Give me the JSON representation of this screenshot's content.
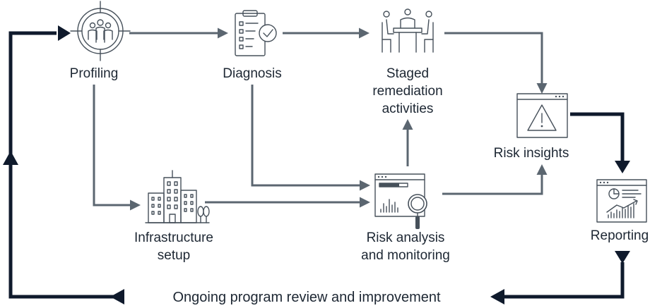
{
  "nodes": {
    "profiling": {
      "label": [
        "Profiling"
      ],
      "icon": "target-people-icon"
    },
    "diagnosis": {
      "label": [
        "Diagnosis"
      ],
      "icon": "clipboard-check-icon"
    },
    "staged": {
      "label": [
        "Staged",
        "remediation",
        "activities"
      ],
      "icon": "meeting-table-icon"
    },
    "insights": {
      "label": [
        "Risk insights"
      ],
      "icon": "warning-window-icon"
    },
    "reporting": {
      "label": [
        "Reporting"
      ],
      "icon": "report-chart-icon"
    },
    "infrastructure": {
      "label": [
        "Infrastructure",
        "setup"
      ],
      "icon": "city-buildings-icon"
    },
    "analysis": {
      "label": [
        "Risk analysis",
        "and monitoring"
      ],
      "icon": "magnifier-chart-icon"
    }
  },
  "footer": {
    "label": "Ongoing program review and improvement"
  },
  "colors": {
    "gray_arrow": "#5b6670",
    "dark_arrow": "#0f1a2c",
    "text": "#1d2733",
    "icon": "#46505a"
  }
}
